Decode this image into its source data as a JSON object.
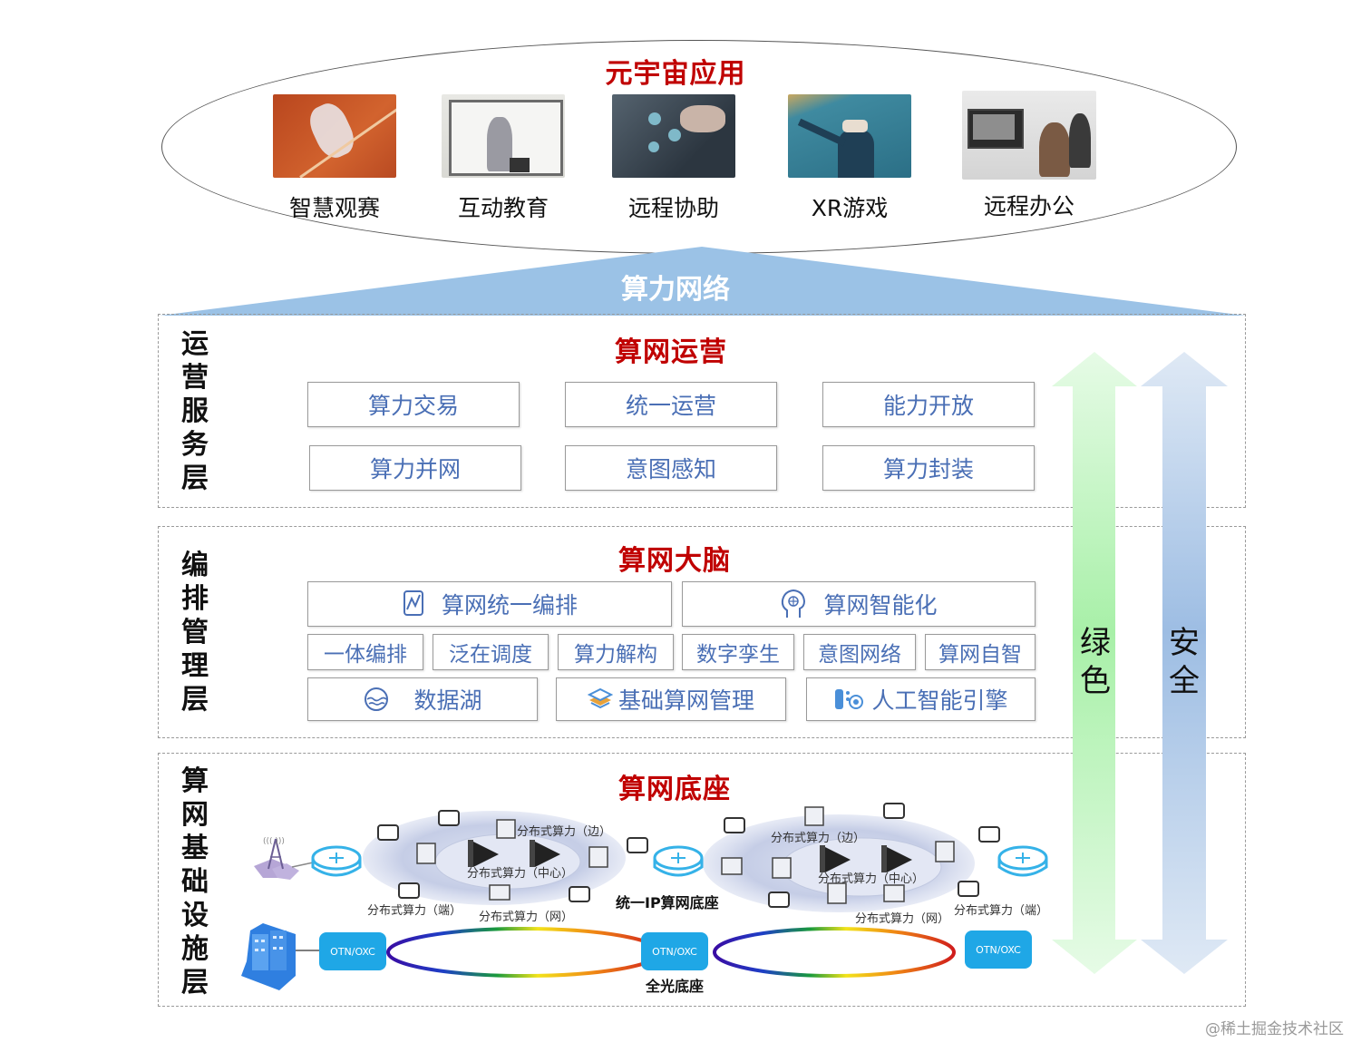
{
  "metaverse": {
    "title": "元宇宙应用",
    "apps": [
      {
        "label": "智慧观赛",
        "image": "tennis-player-photo"
      },
      {
        "label": "互动教育",
        "image": "teacher-whiteboard-photo"
      },
      {
        "label": "远程协助",
        "image": "hand-touch-interface-photo"
      },
      {
        "label": "XR游戏",
        "image": "vr-headset-player-photo"
      },
      {
        "label": "远程办公",
        "image": "video-conference-photo"
      }
    ]
  },
  "network_banner": "算力网络",
  "operations_layer": {
    "side_label": "运营服务层",
    "side_chars": [
      "运",
      "营",
      "服",
      "务",
      "层"
    ],
    "title": "算网运营",
    "items": [
      "算力交易",
      "统一运营",
      "能力开放",
      "算力并网",
      "意图感知",
      "算力封装"
    ]
  },
  "orchestration_layer": {
    "side_label": "编排管理层",
    "side_chars": [
      "编",
      "排",
      "管",
      "理",
      "层"
    ],
    "title": "算网大脑",
    "row1": [
      {
        "label": "算网统一编排",
        "icon": "chart-document-icon"
      },
      {
        "label": "算网智能化",
        "icon": "ai-head-icon"
      }
    ],
    "row2": [
      "一体编排",
      "泛在调度",
      "算力解构",
      "数字孪生",
      "意图网络",
      "算网自智"
    ],
    "row3": [
      {
        "label": "数据湖",
        "icon": "data-lake-icon"
      },
      {
        "label": "基础算网管理",
        "icon": "layers-icon"
      },
      {
        "label": "人工智能引擎",
        "icon": "ai-engine-icon"
      }
    ]
  },
  "infrastructure_layer": {
    "side_label": "算网基础设施层",
    "side_chars": [
      "算",
      "网",
      "基",
      "础",
      "设",
      "施",
      "层"
    ],
    "title": "算网底座",
    "compute_labels": {
      "edge": "分布式算力（边）",
      "center": "分布式算力（中心）",
      "end": "分布式算力（端）",
      "network": "分布式算力（网）"
    },
    "ip_base_label": "统一IP算网底座",
    "optical_base_label": "全光底座",
    "otn_nodes": [
      "OTN/OXC",
      "OTN/OXC",
      "OTN/OXC"
    ]
  },
  "side_arrows": {
    "green": {
      "chars": [
        "绿",
        "色"
      ],
      "color": "#a8f0a8"
    },
    "security": {
      "chars": [
        "安",
        "全"
      ],
      "color": "#9dbde3"
    }
  },
  "colors": {
    "title_red": "#c00000",
    "box_text": "#4a6fb5",
    "banner_blue": "#9bc2e6",
    "otn_blue": "#1fa7e6"
  },
  "watermark": "@稀土掘金技术社区"
}
